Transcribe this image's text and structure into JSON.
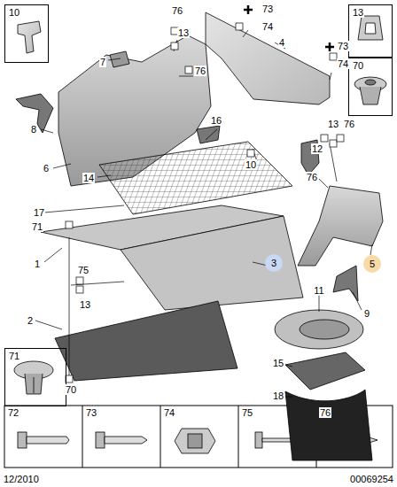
{
  "diagram": {
    "nodes": [
      {
        "text": [
          "10"
        ]
      },
      {
        "text": [
          "13"
        ]
      },
      {
        "text": [
          "70"
        ]
      },
      {
        "text": [
          "71"
        ]
      },
      {
        "text": [
          "72"
        ]
      },
      {
        "text": [
          "73"
        ]
      },
      {
        "text": [
          "74"
        ]
      },
      {
        "text": [
          "75"
        ]
      },
      {
        "text": [
          "76"
        ]
      },
      {
        "text": [
          "3"
        ]
      },
      {
        "text": [
          "5"
        ]
      }
    ],
    "labels": [
      "76",
      "13",
      "73",
      "74",
      "4",
      "73",
      "74",
      "7",
      "76",
      "8",
      "16",
      "6",
      "10",
      "12",
      "13",
      "76",
      "76",
      "14",
      "17",
      "71",
      "1",
      "75",
      "13",
      "11",
      "9",
      "2",
      "15",
      "18",
      "70",
      "12/2010",
      "00069254"
    ]
  }
}
